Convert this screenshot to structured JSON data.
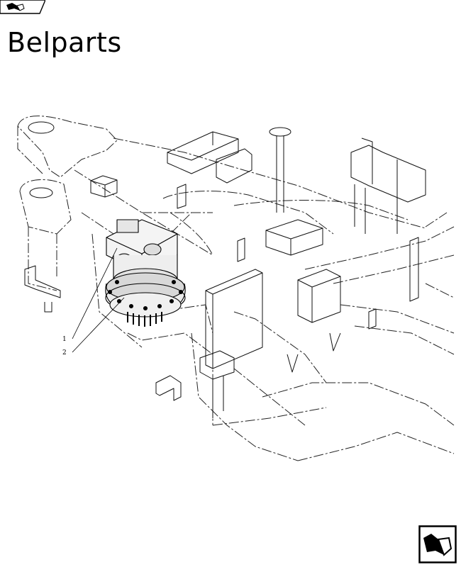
{
  "header": {
    "brand": "Belparts"
  },
  "diagram": {
    "callouts": [
      {
        "label": "1"
      },
      {
        "label": "2"
      }
    ]
  },
  "icons": {
    "top_tab": "page-flip-icon",
    "bottom_nav": "next-page-icon"
  }
}
